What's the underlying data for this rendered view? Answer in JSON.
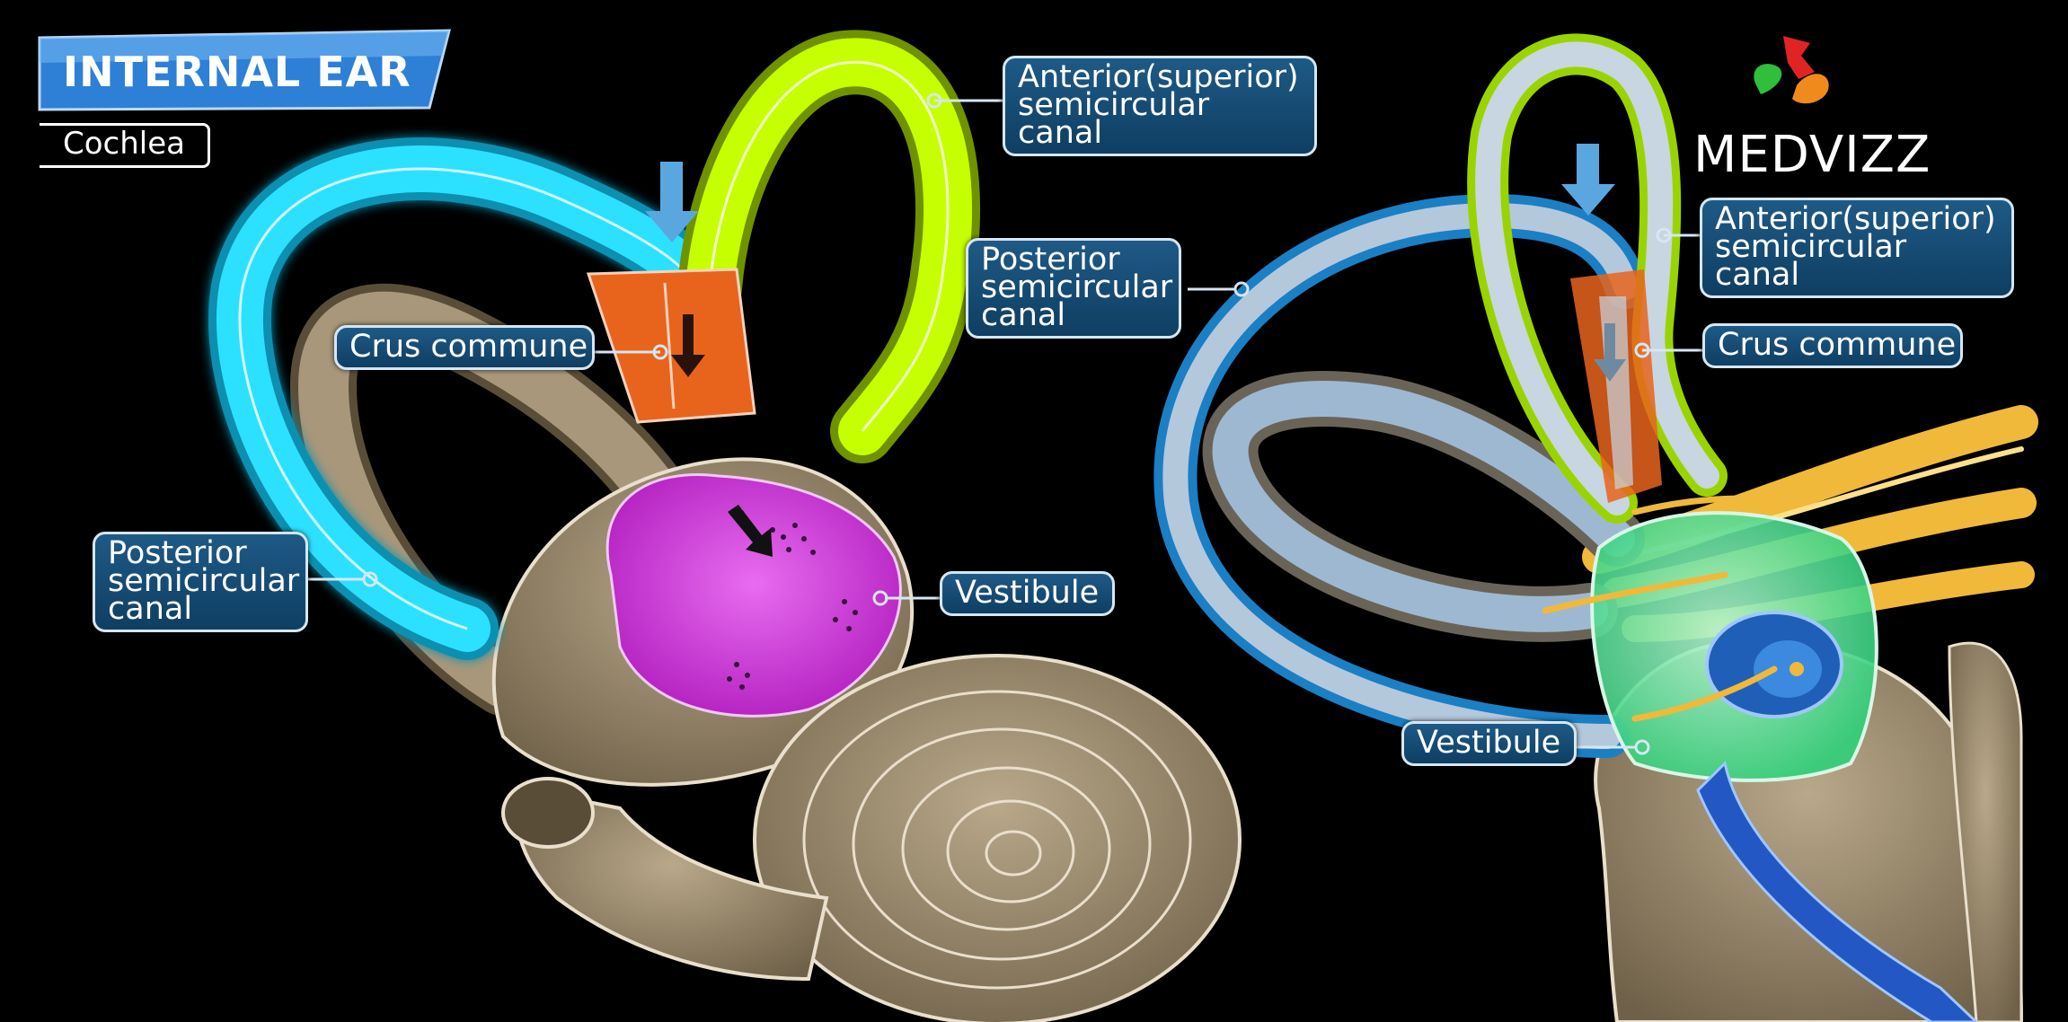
{
  "header": {
    "title": "INTERNAL EAR",
    "subtitle": "Cochlea"
  },
  "brand": {
    "name": "MEDVIZZ",
    "logo_colors": [
      "#2fbf3a",
      "#e02424",
      "#f08a1c"
    ]
  },
  "colors": {
    "posterior_canal": "#22d3f0",
    "anterior_canal": "#b8f000",
    "crus_commune": "#e8641c",
    "vestibule_left": "#d13ad8",
    "vestibule_right": "#2fe07a",
    "bone": "#9c8b6e",
    "callout_bg": "#15476e",
    "callout_border": "#d6e6f2",
    "nerve": "#f0b93a",
    "arrow_blue": "#5aa7e0"
  },
  "left_panel": {
    "labels": {
      "anterior": "Anterior(superior)\nsemicircular canal",
      "crus": "Crus commune",
      "posterior": "Posterior\nsemicircular\ncanal",
      "vestibule": "Vestibule"
    }
  },
  "right_panel": {
    "labels": {
      "anterior": "Anterior(superior)\nsemicircular canal",
      "crus": "Crus commune",
      "posterior": "Posterior\nsemicircular\ncanal",
      "vestibule": "Vestibule"
    }
  }
}
